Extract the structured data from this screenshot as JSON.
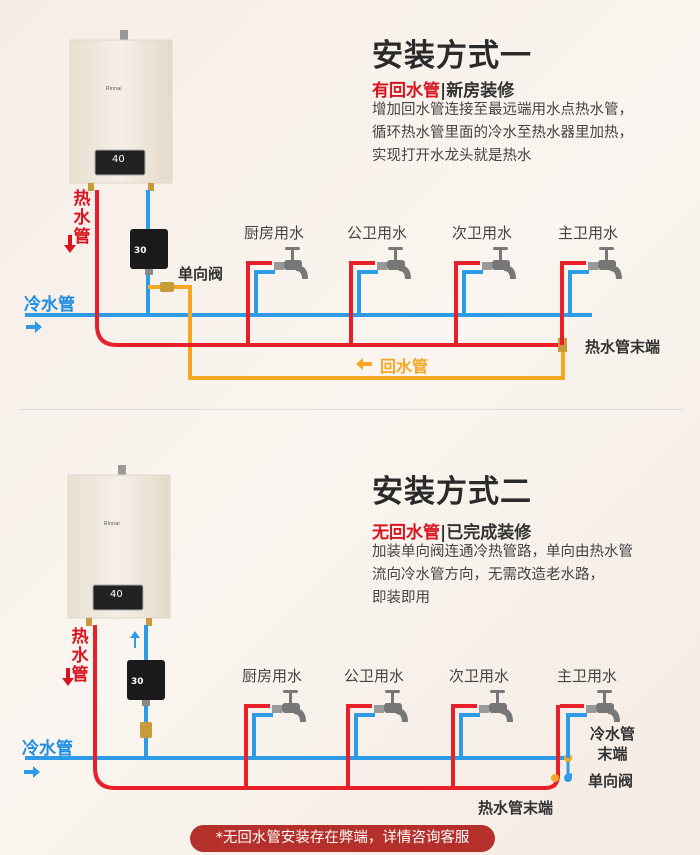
{
  "brand": "Rinnai",
  "colors": {
    "hot_pipe": "#e8202a",
    "cold_pipe": "#2d9be8",
    "return_pipe": "#f5a623",
    "accent_red": "#d9141e"
  },
  "section1": {
    "title": "安装方式一",
    "subtitle_red": "有回水管",
    "subtitle_rest": "|新房装修",
    "description": [
      "增加回水管连接至最远端用水点热水管，",
      "循环热水管里面的冷水至热水器里加热，",
      "实现打开水龙头就是热水"
    ],
    "heater_display": "40",
    "pump_display": "30",
    "hot_pipe_label": [
      "热",
      "水",
      "管"
    ],
    "cold_pipe_label": "冷水管",
    "check_valve_label": "单向阀",
    "fixtures": [
      "厨房用水",
      "公卫用水",
      "次卫用水",
      "主卫用水"
    ],
    "hot_end_label": "热水管末端",
    "return_label": "回水管"
  },
  "section2": {
    "title": "安装方式二",
    "subtitle_red": "无回水管",
    "subtitle_rest": "|已完成装修",
    "description": [
      "加装单向阀连通冷热管路，单向由热水管",
      "流向冷水管方向，无需改造老水路，",
      "即装即用"
    ],
    "heater_display": "40",
    "pump_display": "30",
    "hot_pipe_label": [
      "热",
      "水",
      "管"
    ],
    "cold_pipe_label": "冷水管",
    "fixtures": [
      "厨房用水",
      "公卫用水",
      "次卫用水",
      "主卫用水"
    ],
    "cold_end_label": [
      "冷水管",
      "末端"
    ],
    "check_valve_label": "单向阀",
    "hot_end_label": "热水管末端"
  },
  "footnote": "*无回水管安装存在弊端，详情咨询客服"
}
